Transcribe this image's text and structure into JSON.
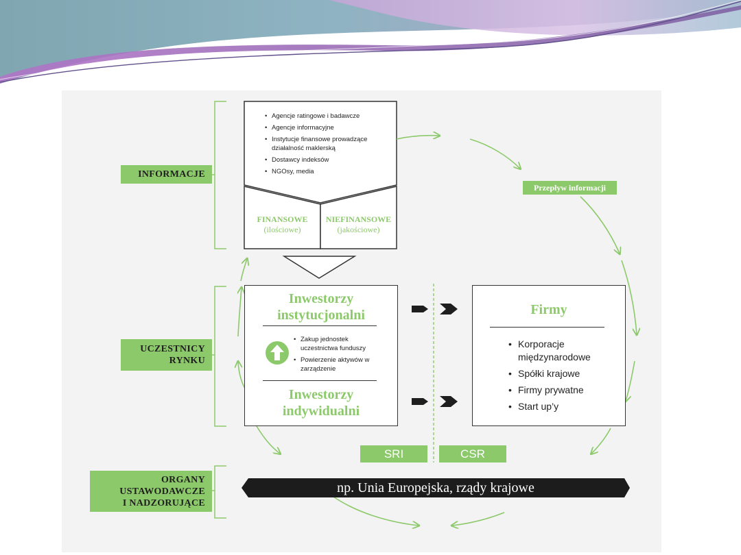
{
  "colors": {
    "accent_green": "#8cc96a",
    "dark": "#222222",
    "panel_bg": "#f3f3f3"
  },
  "labels": {
    "informacje": "INFORMACJE",
    "uczestnicy_line1": "UCZESTNICY",
    "uczestnicy_line2": "RYNKU",
    "organy_line1": "ORGANY",
    "organy_line2": "USTAWODAWCZE",
    "organy_line3": "I NADZORUJĄCE"
  },
  "info_sources": [
    "Agencje ratingowe i badawcze",
    "Agencje informacyjne",
    "Instytucje finansowe prowadzące działalność maklerską",
    "Dostawcy indeksów",
    "NGOsy, media"
  ],
  "info_types": {
    "finansowe": "FINANSOWE",
    "finansowe_sub": "(ilościowe)",
    "niefinansowe": "NIEFINANSOWE",
    "niefinansowe_sub": "(jakościowe)"
  },
  "investors": {
    "institutional_line1": "Inwestorzy",
    "institutional_line2": "instytucjonalni",
    "actions": [
      "Zakup jednostek uczestnictwa funduszy",
      "Powierzenie aktywów w zarządzenie"
    ],
    "individual_line1": "Inwestorzy",
    "individual_line2": "indywidualni"
  },
  "firms": {
    "title": "Firmy",
    "items": [
      "Korporacje międzynarodowe",
      "Spółki krajowe",
      "Firmy prywatne",
      "Start up’y"
    ]
  },
  "flow_label": "Przepływ informacji",
  "sri": "SRI",
  "csr": "CSR",
  "regulators": "np. Unia Europejska, rządy krajowe"
}
